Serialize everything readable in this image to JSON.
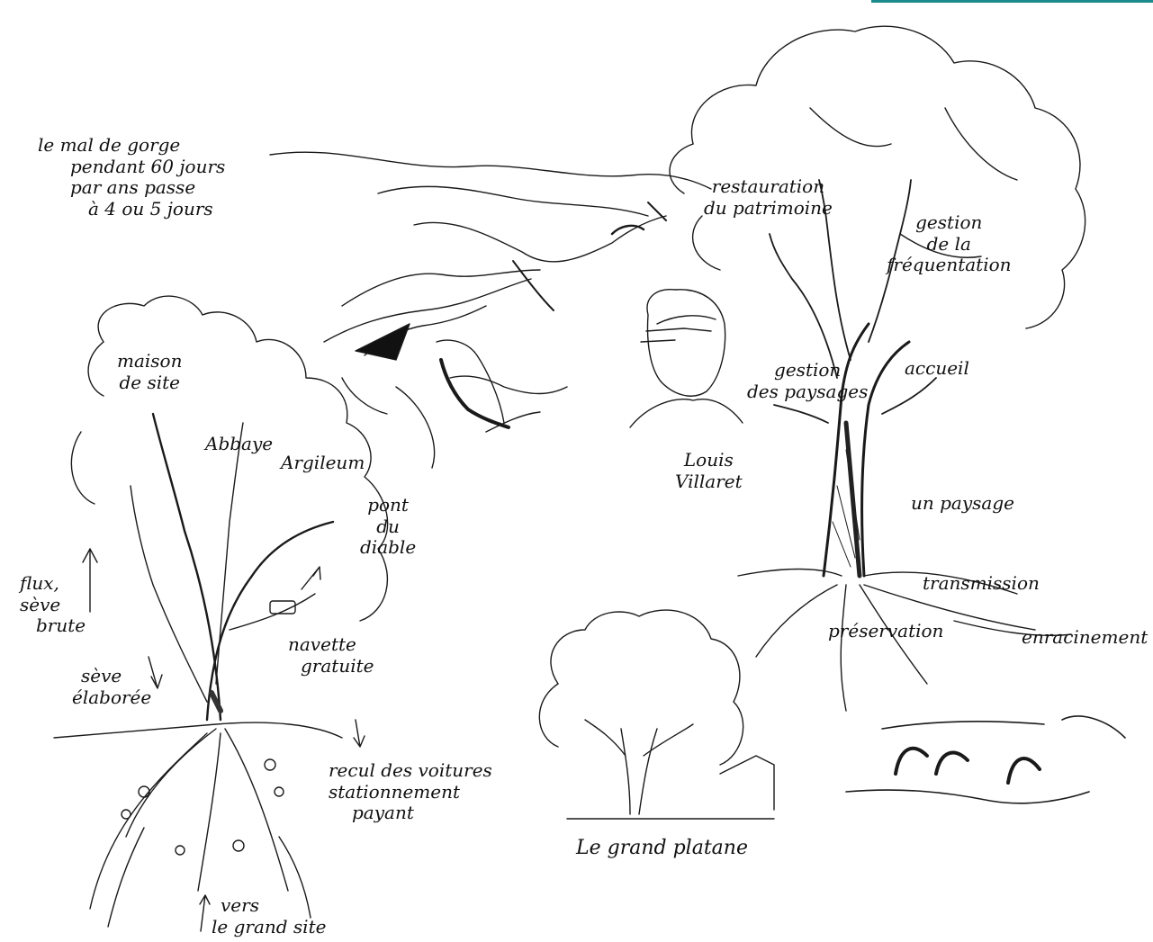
{
  "accent_color": "#1b8a8a",
  "labels": {
    "note_gorge": [
      "le mal de gorge",
      "pendant 60 jours",
      "par ans passe",
      "à 4 ou 5 jours"
    ],
    "maison_site": [
      "maison",
      "de site"
    ],
    "abbaye": "Abbaye",
    "argileum": "Argileum",
    "pont_diable": [
      "pont",
      "du",
      "diable"
    ],
    "flux_seve_brute": [
      "flux,",
      "sève",
      "brute"
    ],
    "seve_elaboree": [
      "sève",
      "élaborée"
    ],
    "navette": [
      "navette",
      "gratuite"
    ],
    "recul": [
      "recul des voitures",
      "stationnement",
      "payant"
    ],
    "vers_grand_site": [
      "vers",
      "le grand site"
    ],
    "restauration": [
      "restauration",
      "du patrimoine"
    ],
    "gestion_frequentation": [
      "gestion",
      "de la",
      "fréquentation"
    ],
    "gestion_paysages": [
      "gestion",
      "des paysages"
    ],
    "accueil": "accueil",
    "louis_villaret": [
      "Louis",
      "Villaret"
    ],
    "un_paysage": "un paysage",
    "transmission": "transmission",
    "preservation": "préservation",
    "enracinement": "enracinement",
    "grand_platane": "Le grand platane"
  }
}
